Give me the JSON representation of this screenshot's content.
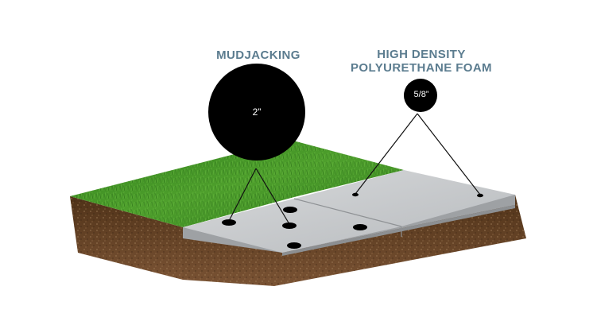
{
  "mudjacking": {
    "title": "MUDJACKING",
    "hole_size": "2”"
  },
  "foam": {
    "title_line1": "HIGH DENSITY",
    "title_line2": "POLYURETHANE FOAM",
    "hole_size": "5/8”"
  },
  "colors": {
    "heading": "#5b7c8f",
    "grass": "#3f8f24",
    "soil": "#6b4628",
    "concrete": "#c7c9cc",
    "hole": "#000000"
  }
}
